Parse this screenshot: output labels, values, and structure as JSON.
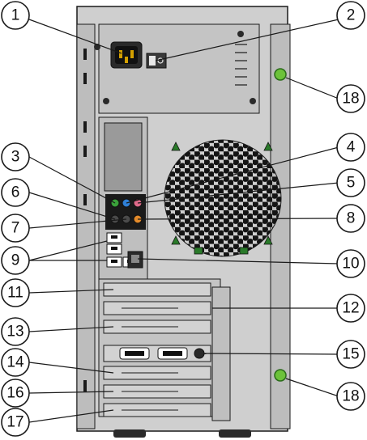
{
  "diagram": {
    "callouts": [
      {
        "id": "c1",
        "label": "1"
      },
      {
        "id": "c2",
        "label": "2"
      },
      {
        "id": "c3",
        "label": "3"
      },
      {
        "id": "c4",
        "label": "4"
      },
      {
        "id": "c5",
        "label": "5"
      },
      {
        "id": "c6",
        "label": "6"
      },
      {
        "id": "c7",
        "label": "7"
      },
      {
        "id": "c8",
        "label": "8"
      },
      {
        "id": "c9",
        "label": "9"
      },
      {
        "id": "c10",
        "label": "10"
      },
      {
        "id": "c11",
        "label": "11"
      },
      {
        "id": "c12",
        "label": "12"
      },
      {
        "id": "c13",
        "label": "13"
      },
      {
        "id": "c14",
        "label": "14"
      },
      {
        "id": "c15",
        "label": "15"
      },
      {
        "id": "c16",
        "label": "16"
      },
      {
        "id": "c17",
        "label": "17"
      },
      {
        "id": "c18a",
        "label": "18"
      },
      {
        "id": "c18b",
        "label": "18"
      }
    ],
    "colors": {
      "chassis": "#c8c8c8",
      "chassis_dark": "#9a9a9a",
      "outline": "#1a1a1a",
      "power_connector": "#d4a000",
      "audio_green": "#3aa13a",
      "audio_blue": "#2f7fd6",
      "audio_pink": "#e06a8a",
      "audio_orange": "#e38a2a",
      "thumbscrew": "#6cc23a"
    }
  }
}
